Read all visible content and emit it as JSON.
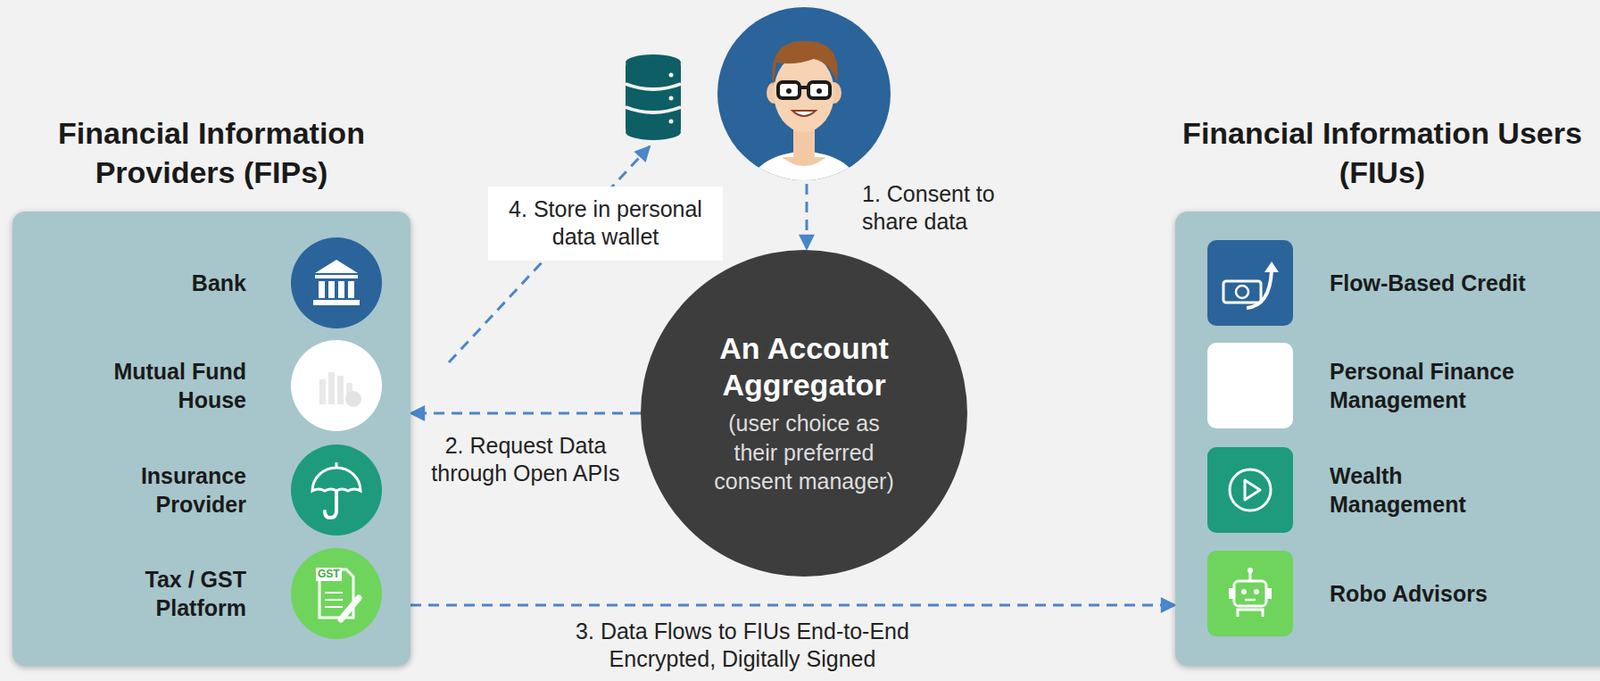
{
  "diagram": {
    "nodes": [
      {
        "text": [
          "Financial Information Providers (FIPs)"
        ]
      },
      {
        "text": [
          "Bank"
        ],
        "in": 0
      },
      {
        "text": [
          "Mutual Fund House"
        ],
        "in": 0
      },
      {
        "text": [
          "Insurance Provider"
        ],
        "in": 0
      },
      {
        "text": [
          "Tax / GST Platform"
        ],
        "in": 0
      },
      {
        "text": [
          "An Account Aggregator",
          "(user choice as their preferred consent manager)"
        ]
      },
      {
        "text": [
          "Financial Information Users (FIUs)"
        ]
      },
      {
        "text": [
          "Flow-Based Credit"
        ],
        "in": 6
      },
      {
        "text": [
          "Personal Finance Management"
        ],
        "in": 6
      },
      {
        "text": [
          "Wealth Management"
        ],
        "in": 6
      },
      {
        "text": [
          "Robo Advisors"
        ],
        "in": 6
      }
    ],
    "edges": [
      {
        "from": 5,
        "to": 0,
        "arrow": "to",
        "label": "2. Request Data through Open APIs"
      },
      {
        "from": 0,
        "to": 6,
        "arrow": "to",
        "label": "3. Data Flows to FIUs End-to-End Encrypted, Digitally Signed"
      }
    ],
    "labels": [
      "1. Consent to share data",
      "4. Store in personal data wallet",
      "GST"
    ]
  }
}
